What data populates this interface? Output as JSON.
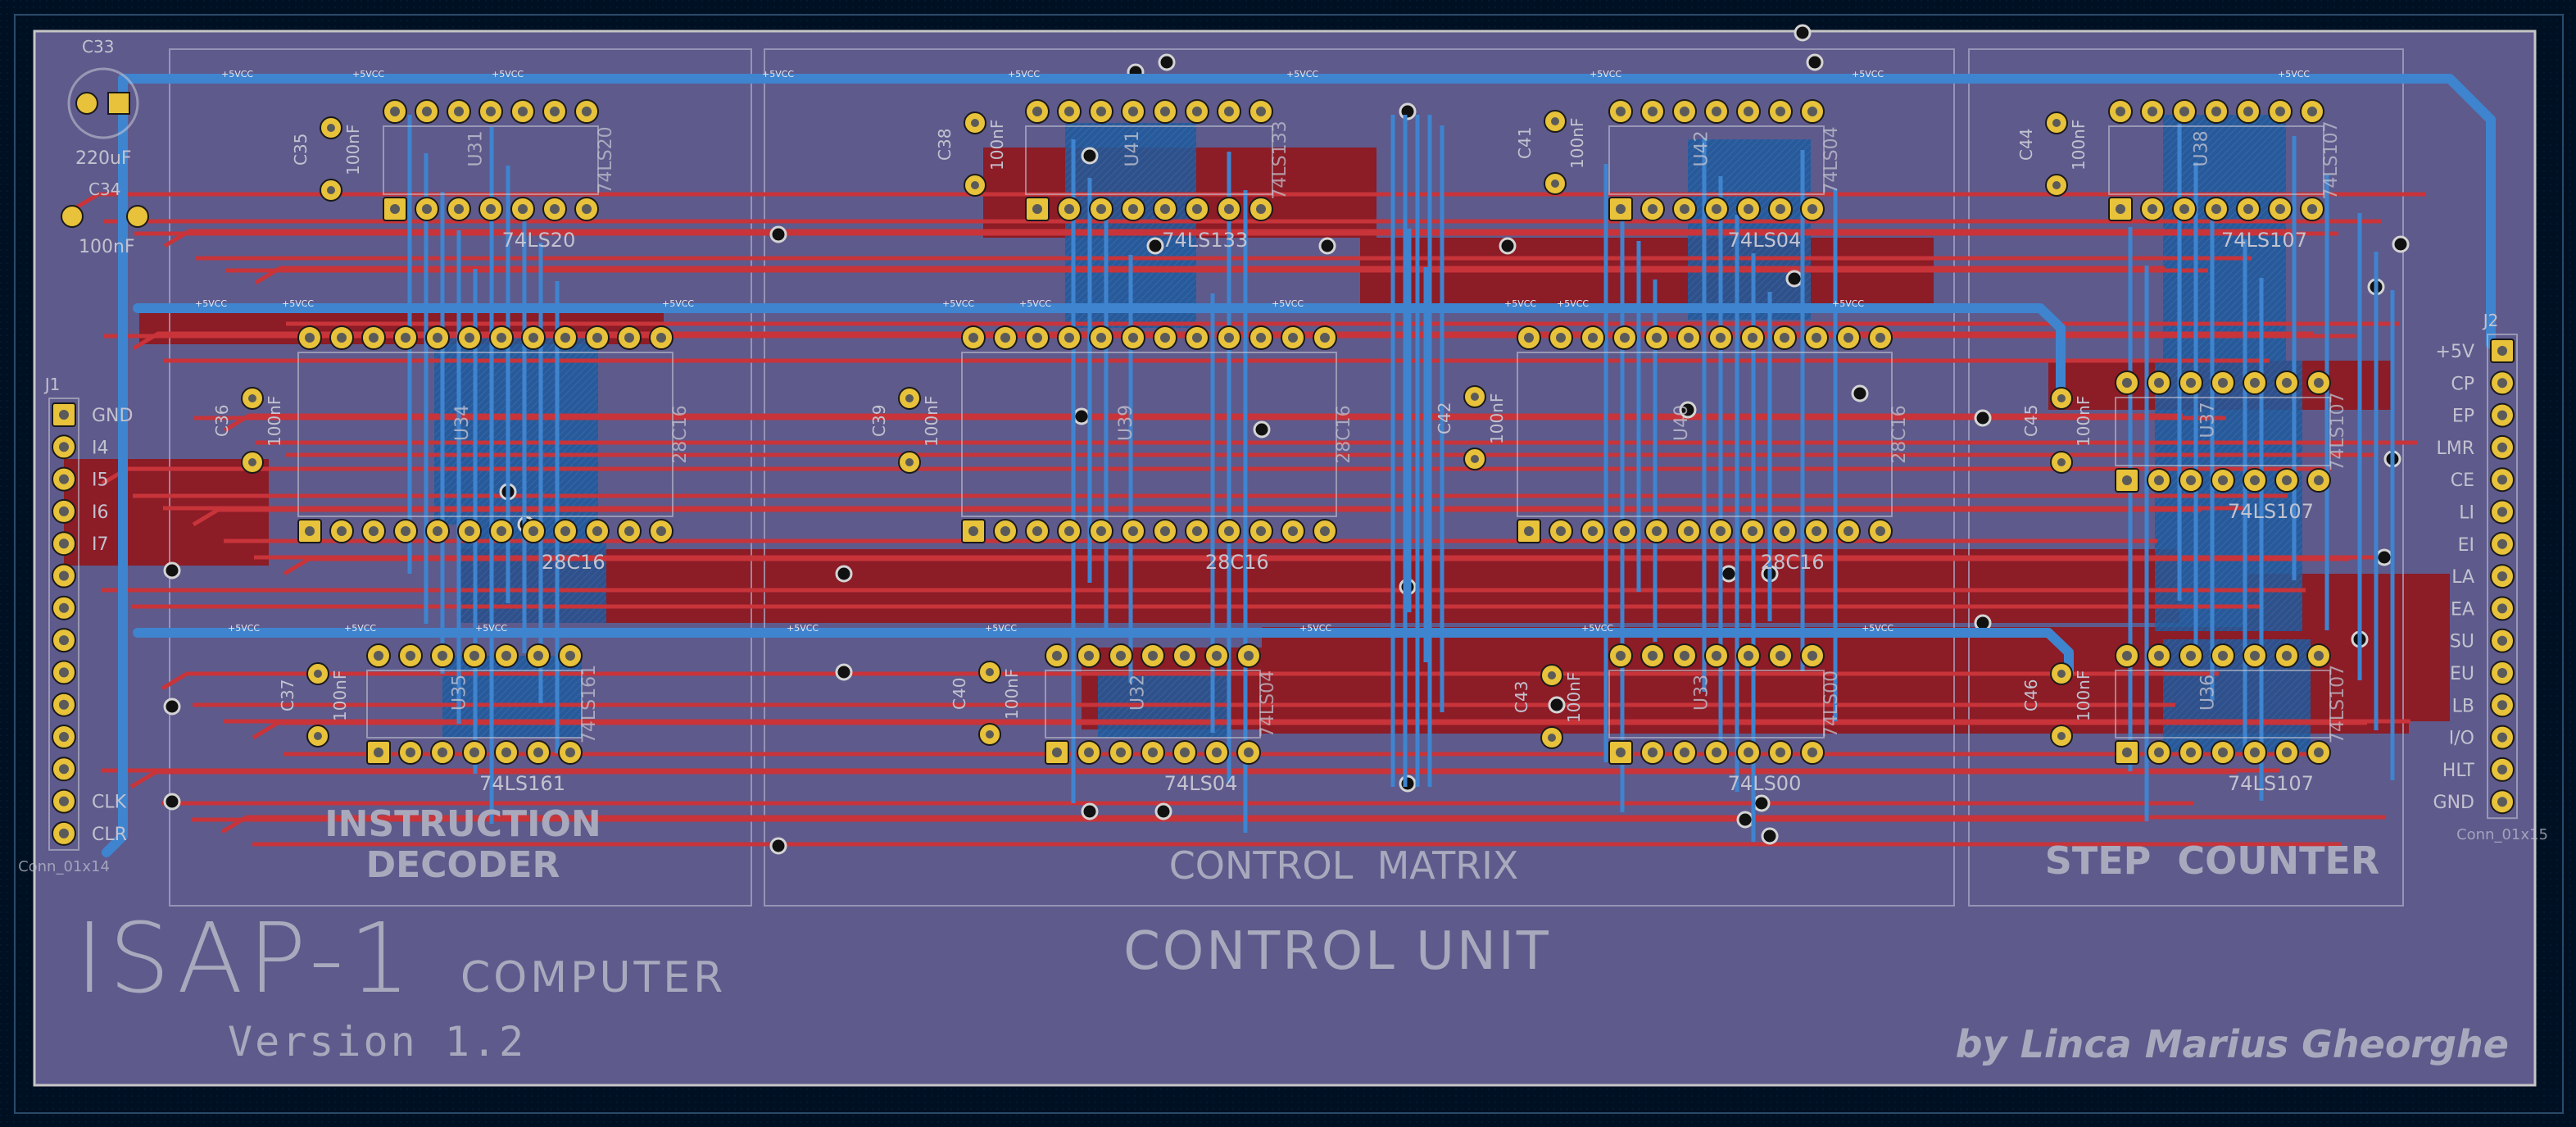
{
  "board": {
    "colors": {
      "background": "#001023",
      "board_fill": "#5e5a8c",
      "copper_front": "#8c1c26",
      "copper_back": "#3f84cf",
      "track_front": "#c8343a",
      "pad": "#e7c23a",
      "pad_hole": "#d4d4d4",
      "silkscreen": "#c2c2cf",
      "outline": "#c6c6c6"
    }
  },
  "title": {
    "main": "ISAP-1",
    "suffix": "COMPUTER",
    "version": "Version 1.2",
    "unit": "CONTROL UNIT",
    "author": "by Linca Marius Gheorghe"
  },
  "sections": {
    "decoder_line1": "INSTRUCTION",
    "decoder_line2": "DECODER",
    "matrix": "CONTROL  MATRIX",
    "counter": "STEP  COUNTER"
  },
  "connectors": {
    "left": {
      "ref": "J1",
      "name": "Conn_01x14",
      "pins": [
        "GND",
        "I4",
        "I5",
        "I6",
        "I7",
        "",
        "",
        "",
        "",
        "",
        "",
        "",
        "CLK",
        "CLR"
      ]
    },
    "right": {
      "ref": "J2",
      "name": "Conn_01x15",
      "pins": [
        "+5V",
        "CP",
        "EP",
        "LMR",
        "CE",
        "LI",
        "EI",
        "LA",
        "EA",
        "SU",
        "EU",
        "LB",
        "I/O",
        "HLT",
        "GND"
      ]
    }
  },
  "power": {
    "net": "+5VCC",
    "cap_bulk_ref": "C33",
    "cap_bulk_value": "220uF",
    "cap_small_ref": "C34",
    "cap_small_value": "100nF"
  },
  "chips": [
    {
      "ref": "U31",
      "part": "74LS20"
    },
    {
      "ref": "U41",
      "part": "74LS133"
    },
    {
      "ref": "U42",
      "part": "74LS04"
    },
    {
      "ref": "U38",
      "part": "74LS107"
    },
    {
      "ref": "U34",
      "part": "28C16"
    },
    {
      "ref": "U39",
      "part": "28C16"
    },
    {
      "ref": "U40",
      "part": "28C16"
    },
    {
      "ref": "U37",
      "part": "74LS107"
    },
    {
      "ref": "U35",
      "part": "74LS161"
    },
    {
      "ref": "U32",
      "part": "74LS04"
    },
    {
      "ref": "U33",
      "part": "74LS00"
    },
    {
      "ref": "U36",
      "part": "74LS107"
    }
  ],
  "decoupling": [
    {
      "ref": "C35",
      "value": "100nF"
    },
    {
      "ref": "C38",
      "value": "100nF"
    },
    {
      "ref": "C41",
      "value": "100nF"
    },
    {
      "ref": "C44",
      "value": "100nF"
    },
    {
      "ref": "C36",
      "value": "100nF"
    },
    {
      "ref": "C39",
      "value": "100nF"
    },
    {
      "ref": "C42",
      "value": "100nF"
    },
    {
      "ref": "C45",
      "value": "100nF"
    },
    {
      "ref": "C37",
      "value": "100nF"
    },
    {
      "ref": "C40",
      "value": "100nF"
    },
    {
      "ref": "C43",
      "value": "100nF"
    },
    {
      "ref": "C46",
      "value": "100nF"
    }
  ]
}
